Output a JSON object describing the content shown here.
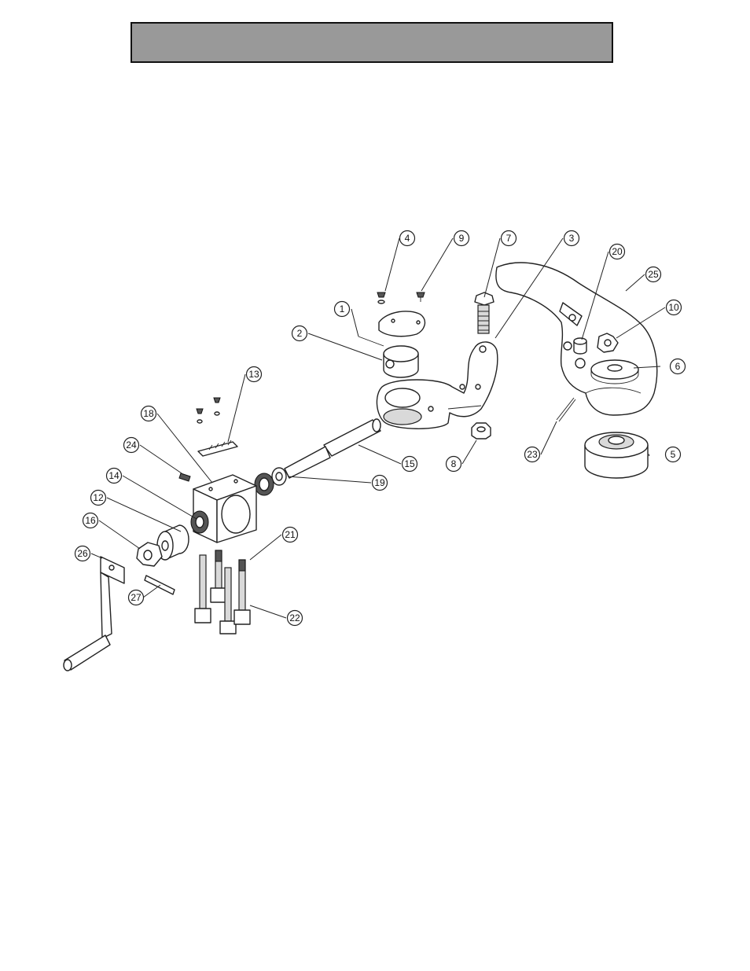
{
  "header": {
    "title": ""
  },
  "callouts": [
    {
      "id": "c1",
      "label": "1"
    },
    {
      "id": "c2",
      "label": "2"
    },
    {
      "id": "c3",
      "label": "3"
    },
    {
      "id": "c4",
      "label": "4"
    },
    {
      "id": "c5",
      "label": "5"
    },
    {
      "id": "c6",
      "label": "6"
    },
    {
      "id": "c7",
      "label": "7"
    },
    {
      "id": "c8",
      "label": "8"
    },
    {
      "id": "c9",
      "label": "9"
    },
    {
      "id": "c10",
      "label": "10"
    },
    {
      "id": "c12",
      "label": "12"
    },
    {
      "id": "c13",
      "label": "13"
    },
    {
      "id": "c14",
      "label": "14"
    },
    {
      "id": "c15",
      "label": "15"
    },
    {
      "id": "c16",
      "label": "16"
    },
    {
      "id": "c18",
      "label": "18"
    },
    {
      "id": "c19",
      "label": "19"
    },
    {
      "id": "c20",
      "label": "20"
    },
    {
      "id": "c21",
      "label": "21"
    },
    {
      "id": "c22",
      "label": "22"
    },
    {
      "id": "c23",
      "label": "23"
    },
    {
      "id": "c24",
      "label": "24"
    },
    {
      "id": "c25",
      "label": "25"
    },
    {
      "id": "c26",
      "label": "26"
    },
    {
      "id": "c27",
      "label": "27"
    }
  ]
}
